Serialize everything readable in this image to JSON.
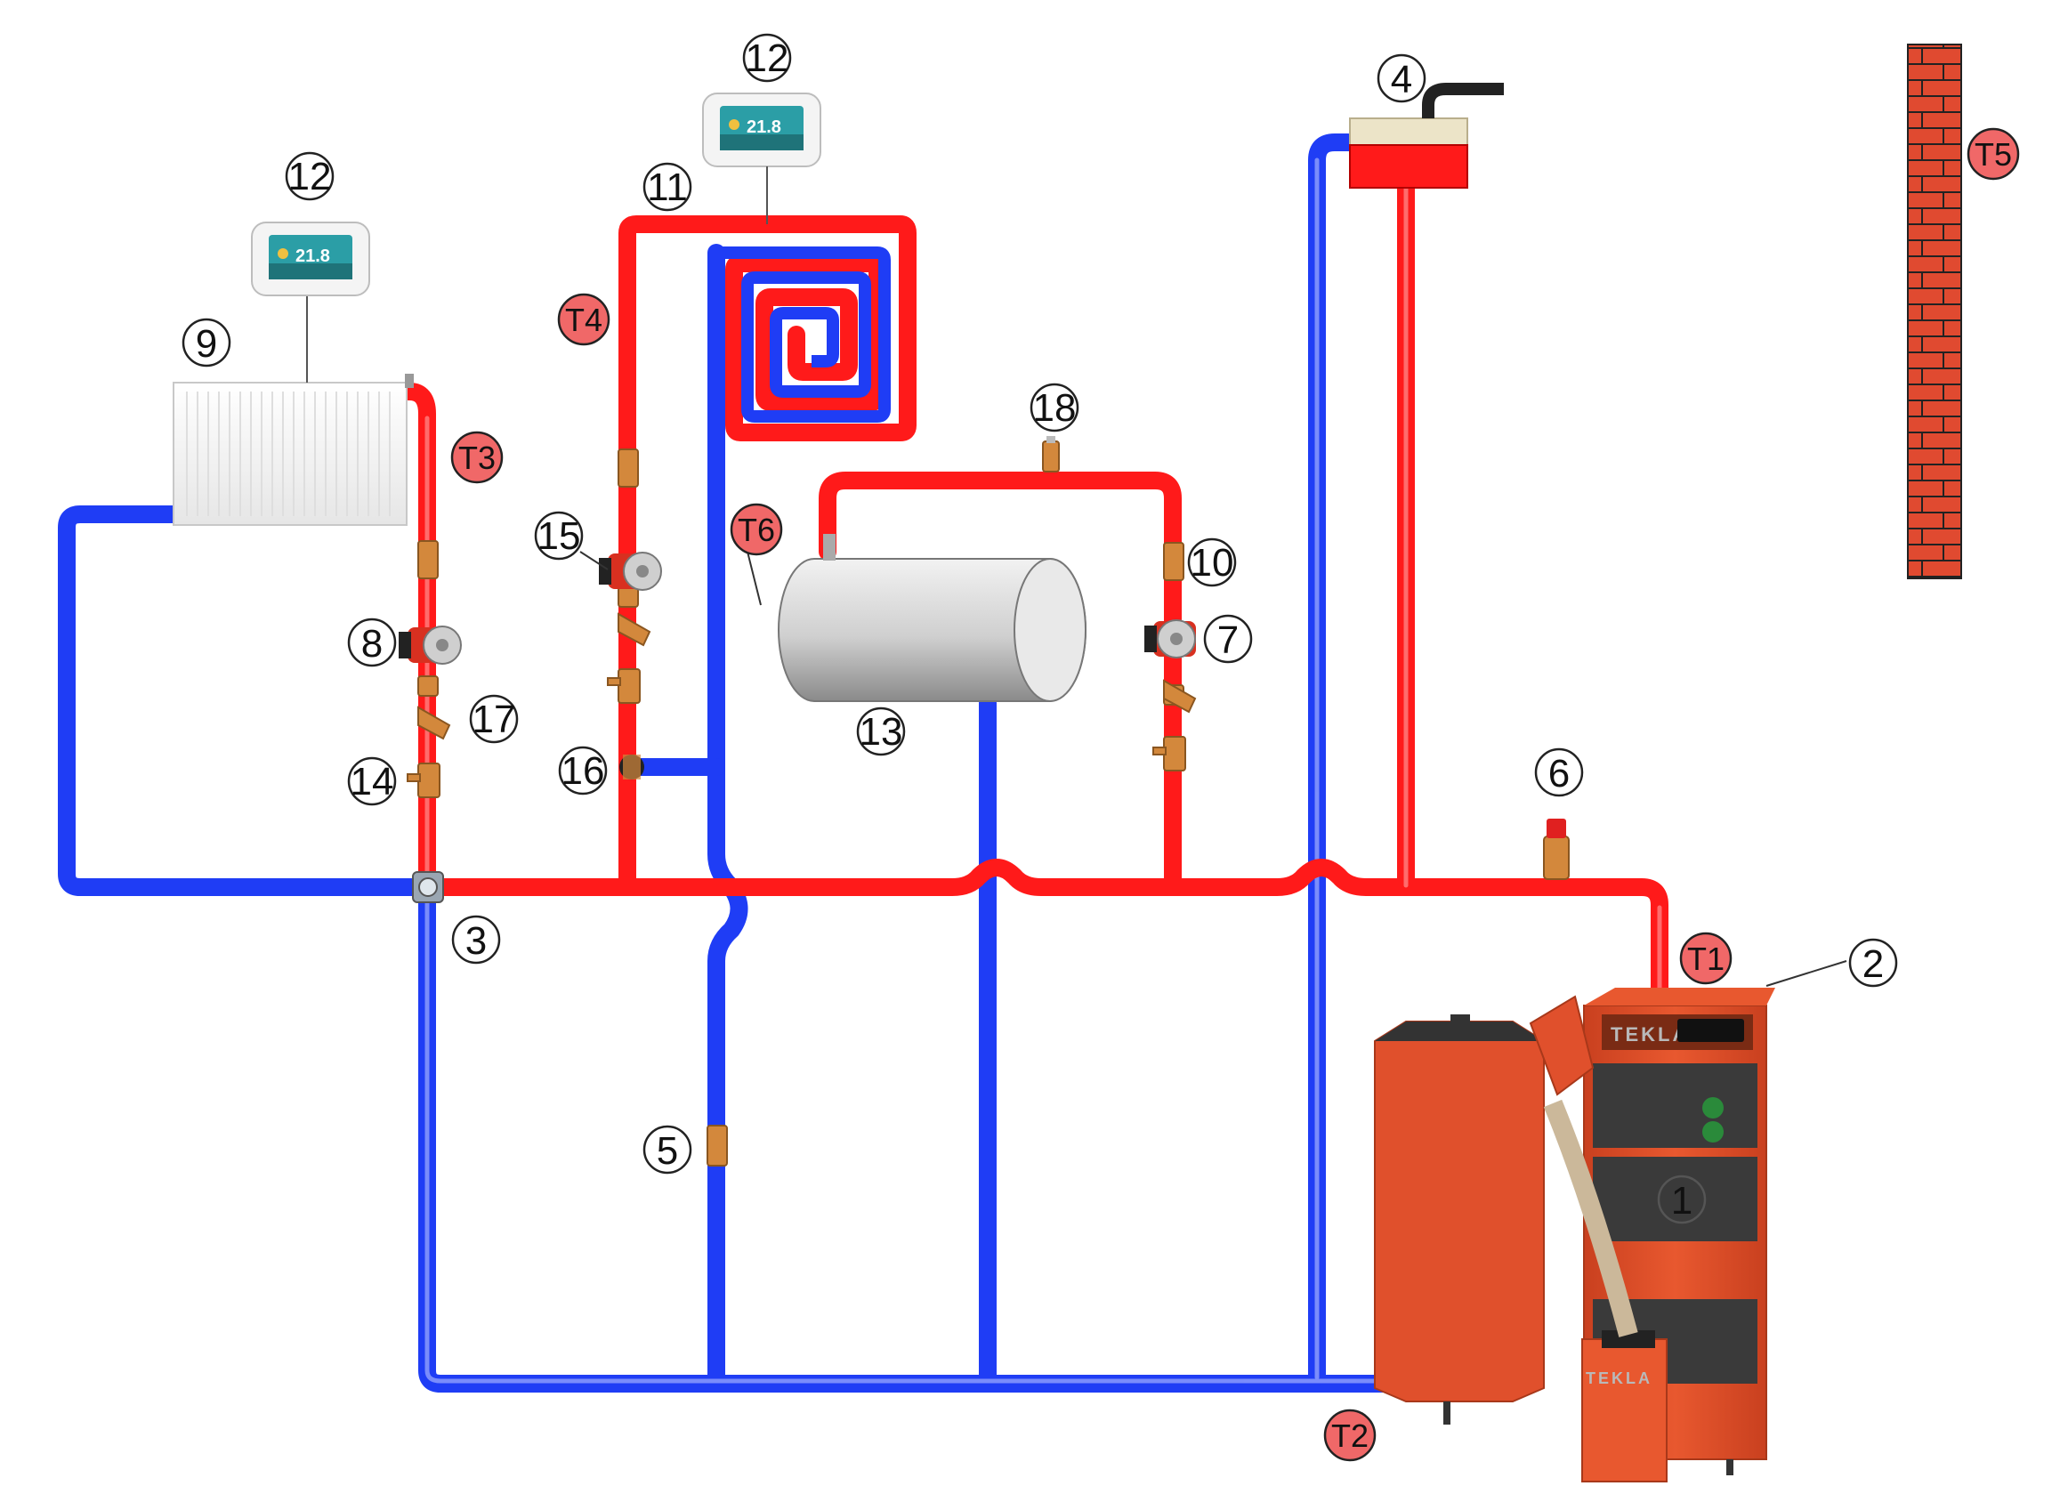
{
  "colors": {
    "supply": "#ff1a1a",
    "return": "#1f3df5",
    "boiler": "#e0502c",
    "sensor": "#f06868",
    "brick": "#e04a30",
    "brass": "#d3883c"
  },
  "labels": {
    "n1": "1",
    "n2": "2",
    "n3": "3",
    "n4": "4",
    "n5": "5",
    "n6": "6",
    "n7": "7",
    "n8": "8",
    "n9": "9",
    "n10": "10",
    "n11": "11",
    "n12_left": "12",
    "n12_mid": "12",
    "n13": "13",
    "n14": "14",
    "n15": "15",
    "n16": "16",
    "n17": "17",
    "n18": "18"
  },
  "sensors": {
    "t1": "T1",
    "t2": "T2",
    "t3": "T3",
    "t4": "T4",
    "t5": "T5",
    "t6": "T6"
  },
  "thermostat": {
    "reading": "21.8"
  },
  "boiler": {
    "brand": "TEKLA"
  }
}
